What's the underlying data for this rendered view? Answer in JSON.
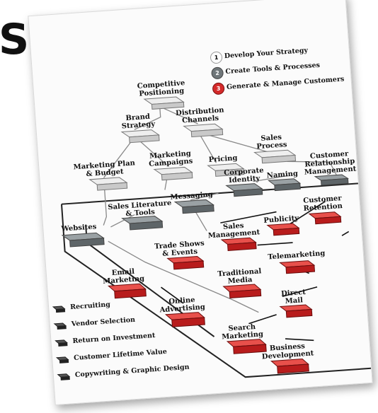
{
  "partial_heading": "S",
  "colors": {
    "develop": "#d7d7d7",
    "tools": "#6f7679",
    "customers": "#d42a2a",
    "secondary": "#333333"
  },
  "legend": [
    {
      "num": "1",
      "label": "Develop Your Strategy",
      "color": "#ffffff"
    },
    {
      "num": "2",
      "label": "Create Tools & Processes",
      "color": "#6f7679"
    },
    {
      "num": "3",
      "label": "Generate & Manage Customers",
      "color": "#d42a2a"
    }
  ],
  "nodes": {
    "competitive": "Competitive\nPositioning",
    "brand": "Brand\nStrategy",
    "distribution": "Distribution\nChannels",
    "sales_process": "Sales\nProcess",
    "marketing_plan": "Marketing Plan\n& Budget",
    "campaigns": "Marketing\nCampaigns",
    "pricing": "Pricing",
    "crm": "Customer\nRelationship\nManagement",
    "corporate": "Corporate\nIdentity",
    "naming": "Naming",
    "messaging": "Messaging",
    "sales_lit": "Sales Literature\n& Tools",
    "websites": "Websites",
    "customer_retention": "Customer\nRetention",
    "publicity": "Publicity",
    "sales_mgmt": "Sales\nManagement",
    "trade_shows": "Trade Shows\n& Events",
    "email": "Email\nMarketing",
    "telemarketing": "Telemarketing",
    "traditional": "Traditional\nMedia",
    "online": "Online\nAdvertising",
    "direct_mail": "Direct\nMail",
    "search": "Search\nMarketing",
    "business_dev": "Business\nDevelopment"
  },
  "secondary_items": [
    "Recruiting",
    "Vendor Selection",
    "Return on Investment",
    "Customer Lifetime Value",
    "Copywriting & Graphic Design"
  ]
}
